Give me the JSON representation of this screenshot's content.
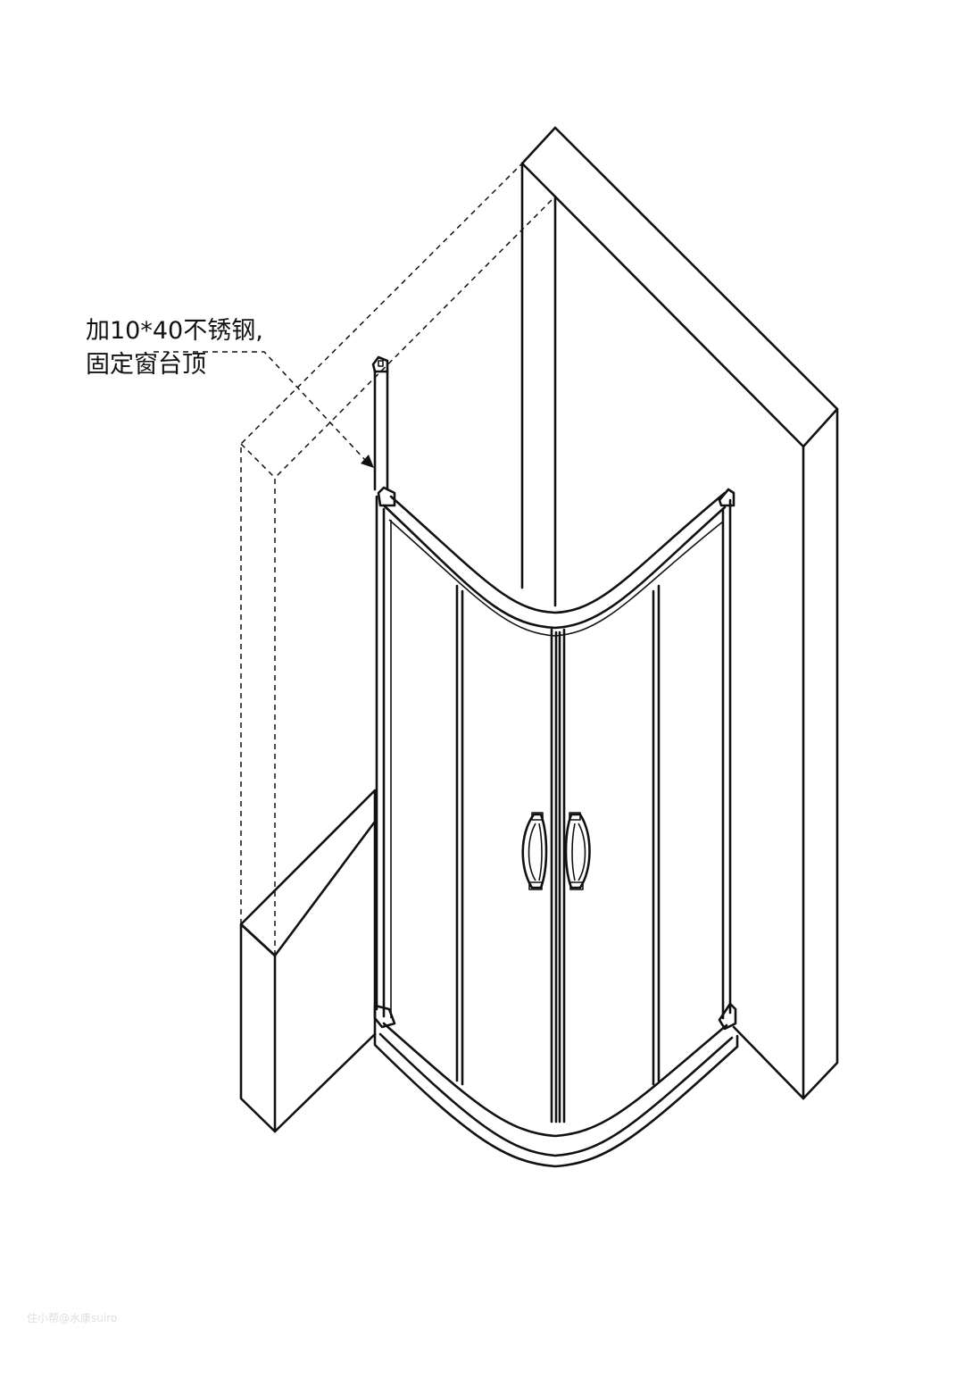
{
  "annotation": {
    "line1": "加10*40不锈钢,",
    "line2": "固定窗台顶"
  },
  "watermark": "住小帮@水康suiro",
  "colors": {
    "line": "#111111",
    "background": "#ffffff"
  }
}
